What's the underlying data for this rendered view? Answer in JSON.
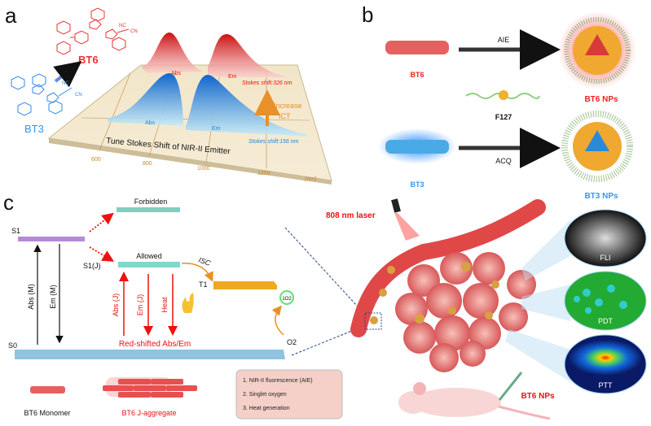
{
  "panels": {
    "a": {
      "label": "a",
      "molecule_top": "BT6",
      "molecule_bottom": "BT3",
      "abs_top": "Abs",
      "em_top": "Em",
      "abs_bottom": "Abs",
      "em_bottom": "Em",
      "stokes_top": "Stokes shift:326 nm",
      "stokes_bottom": "Stokes shift:156 nm",
      "increase_ict_1": "Increase",
      "increase_ict_2": "ICT",
      "floor_title": "Tune Stokes Shift of NIR-II Emitter",
      "ticks": [
        "600",
        "800",
        "1000",
        "1200"
      ],
      "unit": "(nm)",
      "nc": "NC",
      "cn": "CN"
    },
    "b": {
      "label": "b",
      "bt6": "BT6",
      "bt3": "BT3",
      "aie": "AIE",
      "acq": "ACQ",
      "f127": "F127",
      "bt6_nps": "BT6 NPs",
      "bt3_nps": "BT3 NPs"
    },
    "c": {
      "label": "c",
      "s1": "S1",
      "s1j": "S1(J)",
      "s0": "S0",
      "t1": "T1",
      "forbidden": "Forbidden",
      "allowed": "Allowed",
      "isc": "ISC",
      "abs_m": "Abs (M)",
      "em_m": "Em (M)",
      "abs_j": "Abs (J)",
      "em_j": "Em (J)",
      "heat": "Heat",
      "red_shifted": "Red-shifted Abs/Em",
      "singlet_o2": "1O2",
      "o2": "O2",
      "monomer": "BT6 Monomer",
      "j_aggregate": "BT6 J-aggregate",
      "effects": [
        "1. NIR-II fluorescence (AIE)",
        "2. Singlet oxygen",
        "3. Heat generation"
      ],
      "laser": "808 nm laser",
      "fli": "FLI",
      "pdt": "PDT",
      "ptt": "PTT",
      "bt6_nps": "BT6 NPs"
    }
  },
  "colors": {
    "red": "#ee2222",
    "blue": "#3399ee",
    "orange": "#e8902a",
    "teal": "#7fd3c4",
    "purple": "#b48ad6"
  }
}
